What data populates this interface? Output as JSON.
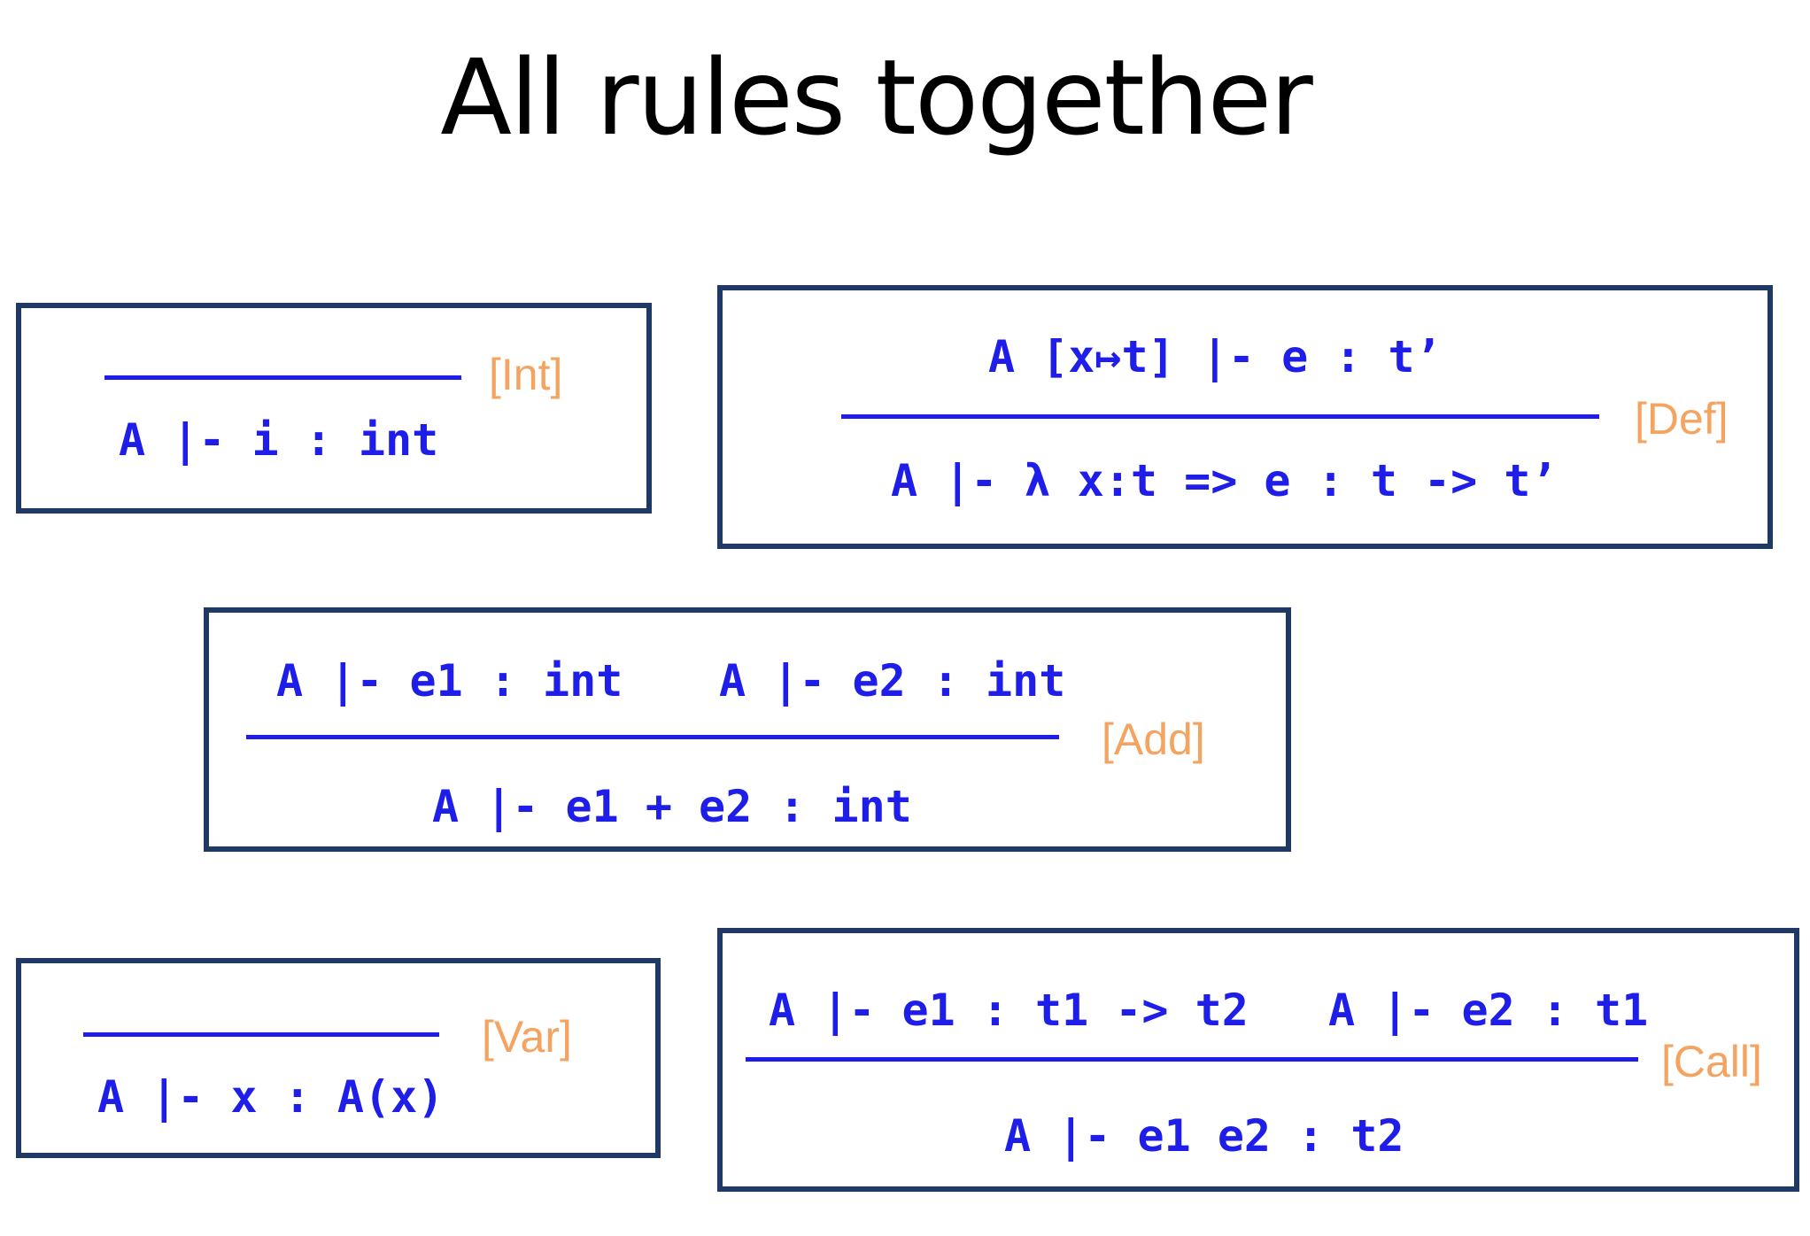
{
  "title": "All rules together",
  "rules": {
    "int": {
      "name": "[Int]",
      "conclusion": "A |- i : int"
    },
    "def": {
      "name": "[Def]",
      "premise": "A [x↦t] |- e : t’",
      "conclusion": "A |- λ x:t => e : t -> t’"
    },
    "add": {
      "name": "[Add]",
      "premise_1": "A |- e1 : int",
      "premise_2": "A |- e2 : int",
      "conclusion": "A |- e1 + e2 : int"
    },
    "var": {
      "name": "[Var]",
      "conclusion": "A |- x : A(x)"
    },
    "call": {
      "name": "[Call]",
      "premise_1": "A |- e1 : t1 -> t2",
      "premise_2": "A |- e2 : t1",
      "conclusion": "A |- e1 e2 : t2"
    }
  },
  "colors": {
    "text": "#000000",
    "box_border": "#1f3864",
    "formula": "#1e1ee8",
    "rule_name": "#f4a460"
  }
}
